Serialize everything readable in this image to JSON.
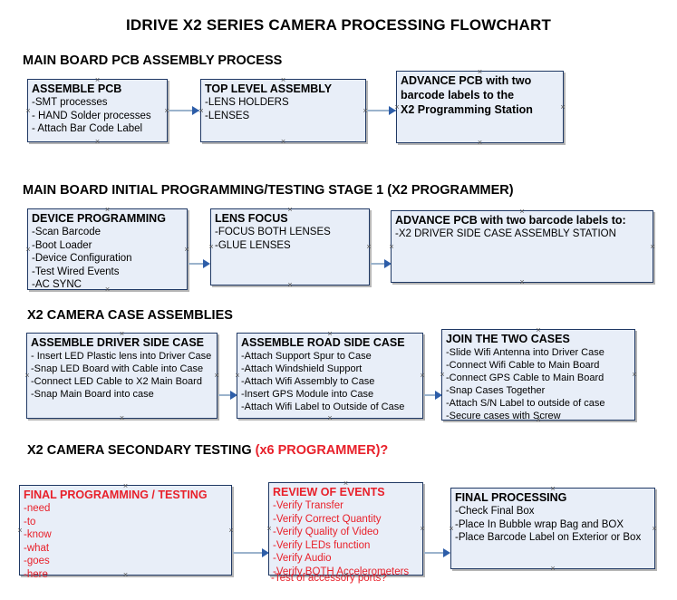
{
  "document": {
    "title": "IDRIVE X2  SERIES CAMERA PROCESSING FLOWCHART"
  },
  "sections": [
    {
      "id": "main-board-pcb-assembly",
      "heading": "MAIN BOARD PCB ASSEMBLY PROCESS",
      "heading_accent": "",
      "boxes": [
        {
          "id": "assemble-pcb",
          "title": "ASSEMBLE PCB",
          "lines": [
            "-SMT processes",
            "- HAND Solder processes",
            "- Attach Bar Code Label"
          ]
        },
        {
          "id": "top-level-assembly",
          "title": "TOP LEVEL ASSEMBLY",
          "lines": [
            "-LENS HOLDERS",
            "-LENSES"
          ]
        },
        {
          "id": "advance-pcb-to-programming-station",
          "title": "ADVANCE PCB with two",
          "lines": [
            "barcode labels to the",
            " X2 Programming Station"
          ]
        }
      ]
    },
    {
      "id": "main-board-initial-programming",
      "heading": "MAIN BOARD INITIAL PROGRAMMING/TESTING STAGE 1 (X2 PROGRAMMER)",
      "heading_accent": "",
      "boxes": [
        {
          "id": "device-programming",
          "title": "DEVICE PROGRAMMING",
          "lines": [
            "-Scan Barcode",
            "-Boot Loader",
            "-Device Configuration",
            "-Test Wired Events",
            "-AC SYNC"
          ]
        },
        {
          "id": "lens-focus",
          "title": "LENS FOCUS",
          "lines": [
            "-FOCUS BOTH LENSES",
            "-GLUE LENSES"
          ]
        },
        {
          "id": "advance-pcb-to-driver-side-case",
          "title": "ADVANCE PCB with two barcode labels to:",
          "lines": [
            "-X2 DRIVER  SIDE  CASE  ASSEMBLY STATION"
          ]
        }
      ]
    },
    {
      "id": "x2-camera-case-assemblies",
      "heading": "X2 CAMERA CASE ASSEMBLIES",
      "heading_accent": "",
      "boxes": [
        {
          "id": "assemble-driver-side-case",
          "title": "ASSEMBLE DRIVER SIDE CASE",
          "lines": [
            "- Insert LED Plastic lens into Driver Case",
            "-Snap LED Board with Cable into Case",
            "-Connect LED Cable to X2 Main Board",
            "-Snap Main Board into case"
          ]
        },
        {
          "id": "assemble-road-side-case",
          "title": "ASSEMBLE ROAD SIDE CASE",
          "lines": [
            "-Attach Support Spur to Case",
            "-Attach Windshield Support",
            "-Attach Wifi Assembly to Case",
            "-Insert GPS Module into Case",
            "-Attach Wifi Label to Outside of Case"
          ]
        },
        {
          "id": "join-the-two-cases",
          "title": "JOIN THE TWO CASES",
          "lines": [
            "-Slide Wifi Antenna into Driver Case",
            "-Connect Wifi Cable to Main Board",
            "-Connect GPS Cable to Main Board",
            "-Snap Cases Together",
            "-Attach S/N Label to outside of case",
            "-Secure cases with Screw"
          ]
        }
      ]
    },
    {
      "id": "x2-camera-secondary-testing",
      "heading": "X2 CAMERA SECONDARY TESTING ",
      "heading_accent": "(x6 PROGRAMMER)?",
      "boxes": [
        {
          "id": "final-programming-testing",
          "title": "FINAL PROGRAMMING / TESTING",
          "lines": [
            "-need",
            "-to",
            "-know",
            "-what",
            "-goes",
            "-here"
          ]
        },
        {
          "id": "review-of-events",
          "title": "REVIEW OF EVENTS",
          "lines": [
            "-Verify Transfer",
            "-Verify Correct Quantity",
            "-Verify Quality of Video",
            "-Verify LEDs function",
            "-Verify Audio",
            "-Verify BOTH Accelerometers"
          ],
          "overflow_line": "-Test of accessory ports?"
        },
        {
          "id": "final-processing",
          "title": "FINAL PROCESSING",
          "lines": [
            " -Check Final Box",
            "-Place In Bubble wrap Bag and BOX",
            "-Place Barcode Label on Exterior or Box"
          ]
        }
      ]
    }
  ],
  "colors": {
    "box_fill": "#e8eef8",
    "box_border": "#1f3864",
    "connector": "#9bb3cc",
    "arrowhead": "#2d5da8",
    "accent_red": "#e8202a",
    "text": "#000000"
  }
}
